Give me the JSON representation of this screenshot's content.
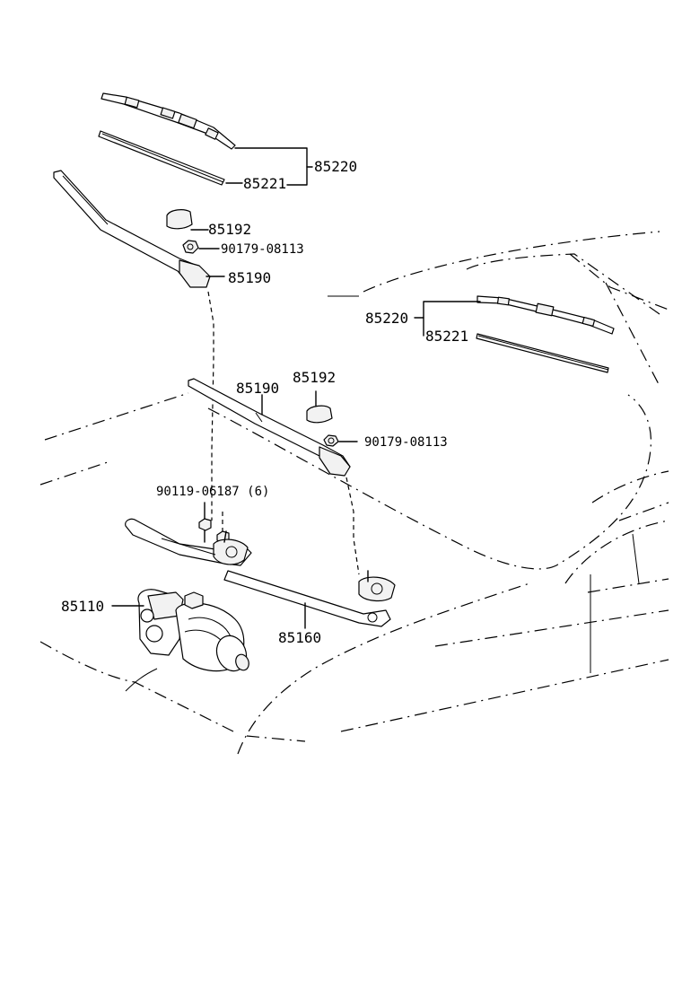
{
  "labels": {
    "left_blade_assembly": "85220",
    "left_blade_insert": "85221",
    "left_cap": "85192",
    "left_nut": "90179-08113",
    "left_arm": "85190",
    "right_blade_assembly": "85220",
    "right_blade_insert": "85221",
    "center_arm": "85190",
    "center_cap": "85192",
    "center_nut": "90179-08113",
    "bolt": "90119-06187 (6)",
    "motor": "85110",
    "link": "85160"
  }
}
